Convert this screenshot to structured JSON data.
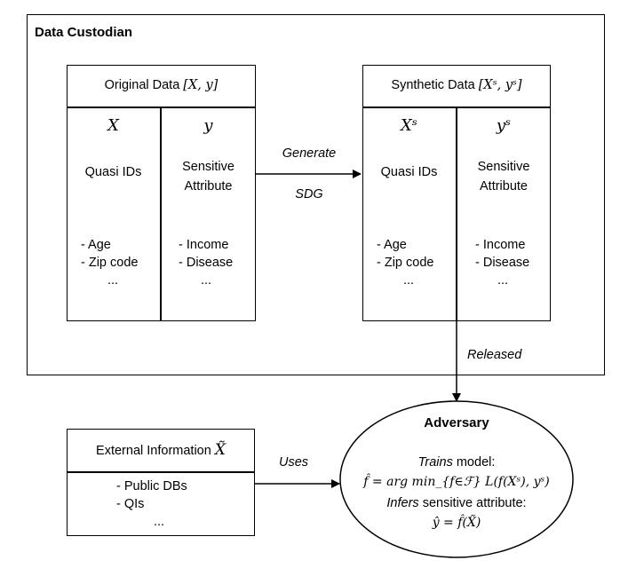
{
  "custodian": {
    "title": "Data Custodian"
  },
  "original": {
    "title": "Original Data",
    "title_math": "[X, y]",
    "col1": {
      "symbol": "X",
      "heading": "Quasi IDs",
      "items": [
        "- Age",
        "- Zip code",
        "..."
      ]
    },
    "col2": {
      "symbol": "y",
      "heading_line1": "Sensitive",
      "heading_line2": "Attribute",
      "items": [
        "- Income",
        "- Disease",
        "..."
      ]
    }
  },
  "synthetic": {
    "title": "Synthetic Data",
    "title_math": "[Xˢ, yˢ]",
    "col1": {
      "symbol": "Xˢ",
      "heading": "Quasi IDs",
      "items": [
        "- Age",
        "- Zip code",
        "..."
      ]
    },
    "col2": {
      "symbol": "yˢ",
      "heading_line1": "Sensitive",
      "heading_line2": "Attribute",
      "items": [
        "- Income",
        "- Disease",
        "..."
      ]
    }
  },
  "edges": {
    "generate": "Generate",
    "sdg": "SDG",
    "released": "Released",
    "uses": "Uses"
  },
  "external": {
    "title": "External Information",
    "title_math": "X̃",
    "items": [
      "- Public DBs",
      "- QIs",
      "..."
    ]
  },
  "adversary": {
    "title": "Adversary",
    "trains_word": "Trains",
    "trains_rest": " model:",
    "formula": "f̂ = arg min_{f∈ℱ} L(f(Xˢ), yˢ)",
    "infers_word": "Infers",
    "infers_rest": " sensitive attribute:",
    "prediction": "ŷ = f̂(X̃)"
  }
}
